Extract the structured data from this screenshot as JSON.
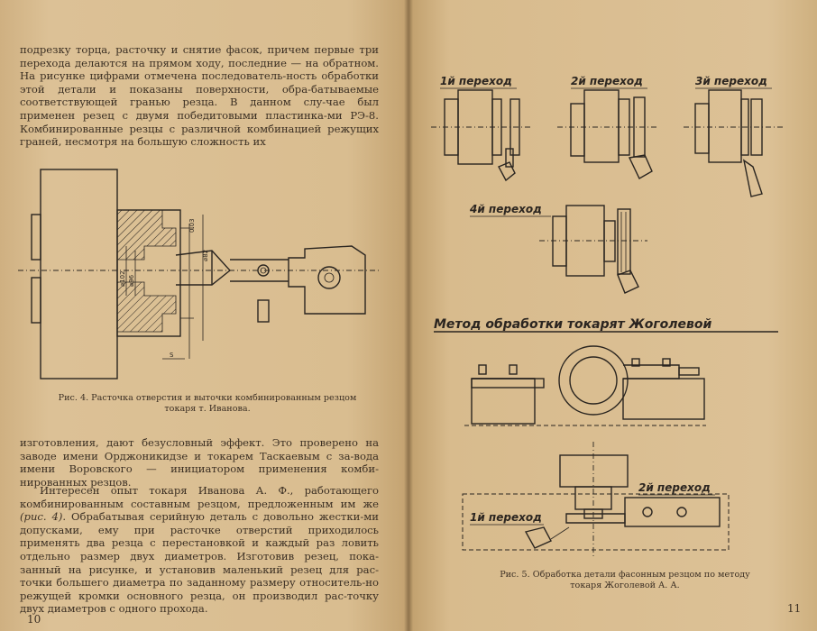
{
  "left_page": {
    "para1": "подрезку торца, расточку и снятие фасок, причем первые три перехода делаются на прямом ходу, последние — на обратном. На рисунке цифрами отмечена последователь-ность обработки этой детали и показаны поверхности, обра-батываемые соответствующей гранью резца. В данном слу-чае был применен резец с двумя победитовыми пластинка-ми РЭ-8. Комбинированные резцы с различной комбинацией режущих граней, несмотря на большую сложность их",
    "figure4": {
      "dims": [
        "0.03",
        "⌀82",
        "⌀102",
        "⌀96",
        "S"
      ],
      "caption_line1": "Рис. 4. Расточка отверстия и выточки комбинированным резцом",
      "caption_line2": "токаря т. Иванова."
    },
    "para2": "изготовления, дают безусловный эффект. Это проверено на заводе имени Орджоникидзе и токарем Таскаевым с за-вода имени Воровского — инициатором применения комби-нированных резцов.",
    "para3_start": "Интересен опыт токаря Иванова А. Ф., работающего комбинированным составным резцом, предложенным им же ",
    "para3_ref": "(рис. 4)",
    "para3_end": ". Обрабатывая серийную деталь с довольно жестки-ми допусками, ему при расточке отверстий приходилось применять два резца с перестановкой и каждый раз ловить отдельно размер двух диаметров. Изготовив резец, пока-занный на рисунке, и установив маленький резец для рас-точки большего диаметра по заданному размеру относитель-но режущей кромки основного резца, он производил рас-точку двух диаметров с одного прохода.",
    "page_number": "10"
  },
  "right_page": {
    "transitions": {
      "t1": "1й переход",
      "t2": "2й переход",
      "t3": "3й переход",
      "t4": "4й переход"
    },
    "method_title": "Метод обработки токарят Жоголевой",
    "lower": {
      "t1": "1й переход",
      "t2": "2й переход"
    },
    "caption_line1": "Рис. 5. Обработка детали фасонным резцом по методу",
    "caption_line2": "токаря Жоголевой А. А.",
    "page_number": "11"
  }
}
